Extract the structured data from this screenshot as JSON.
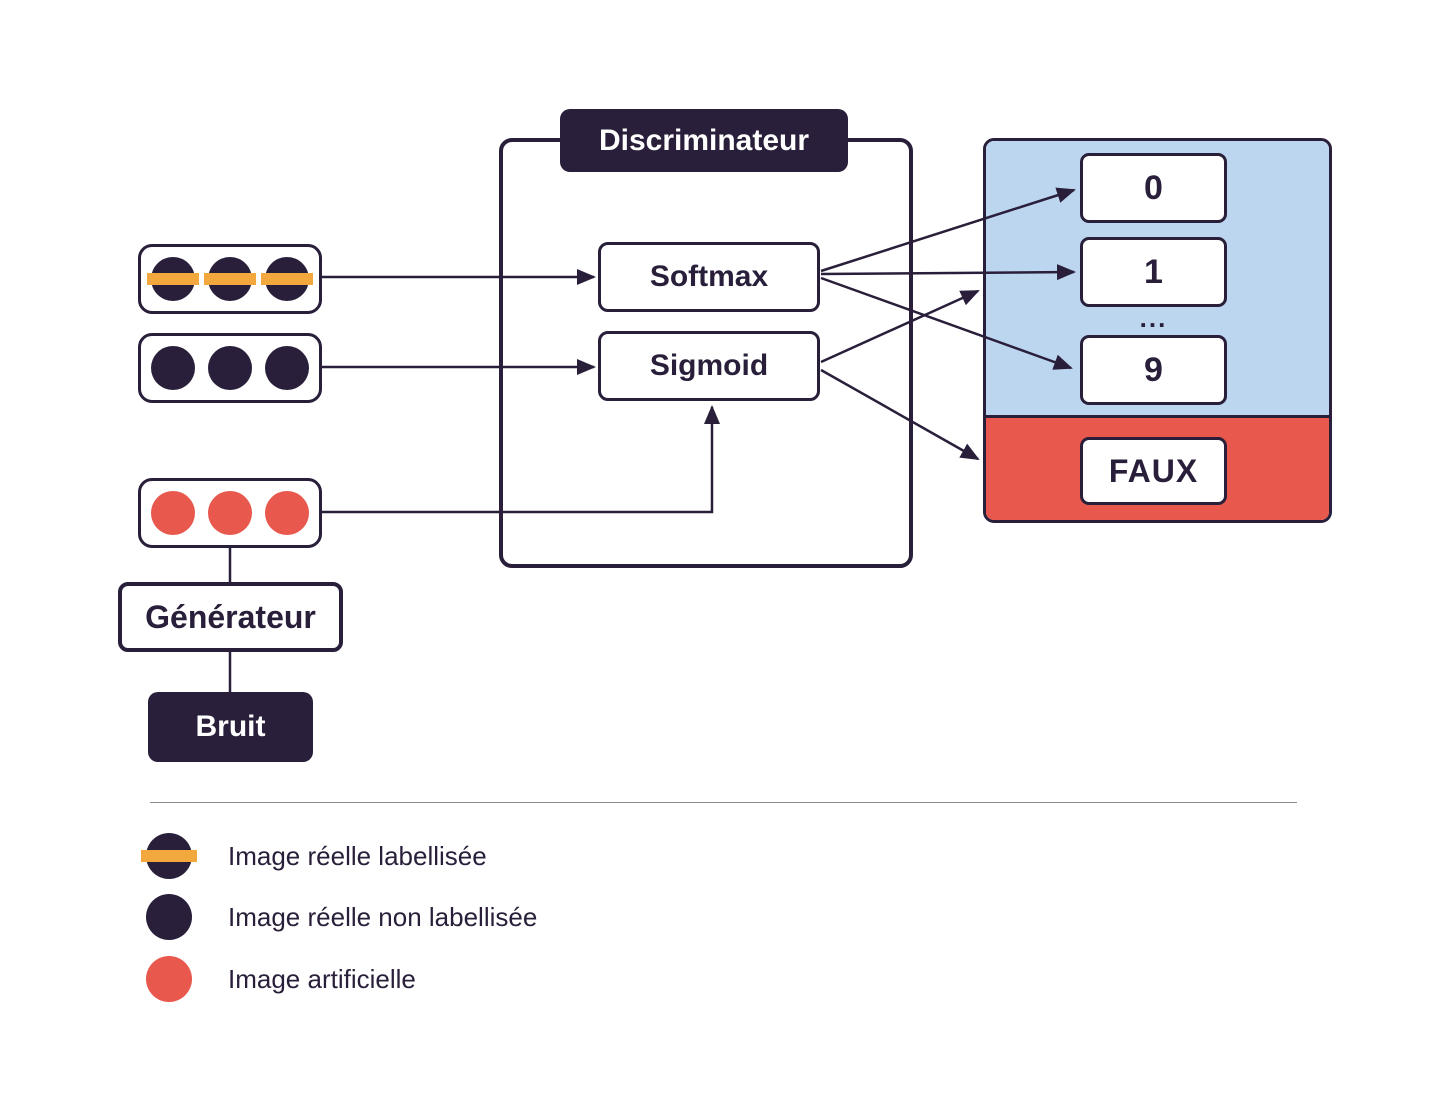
{
  "colors": {
    "dark": "#291F3A",
    "red": "#E8584C",
    "orange": "#F2A83C",
    "blue": "#BCD6EF",
    "white": "#FFFFFF",
    "divider": "#8B8B92"
  },
  "diagram": {
    "discriminator_label": "Discriminateur",
    "softmax_label": "Softmax",
    "sigmoid_label": "Sigmoid",
    "generator_label": "Générateur",
    "noise_label": "Bruit"
  },
  "outputs": {
    "classes": [
      "0",
      "1",
      "9"
    ],
    "ellipsis": "...",
    "fake_label": "FAUX"
  },
  "legend": {
    "items": [
      {
        "type": "labeled-real-image",
        "label": "Image réelle labellisée"
      },
      {
        "type": "unlabeled-real-image",
        "label": "Image réelle non labellisée"
      },
      {
        "type": "artificial-image",
        "label": "Image artificielle"
      }
    ]
  }
}
